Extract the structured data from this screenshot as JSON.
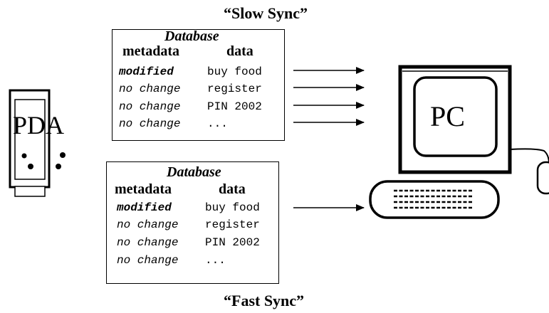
{
  "slow_sync": {
    "title": "“Slow Sync”",
    "database": {
      "title": "Database",
      "metadata_header": "metadata",
      "data_header": "data",
      "rows": [
        {
          "metadata": "modified",
          "data": "buy food"
        },
        {
          "metadata": "no change",
          "data": "register"
        },
        {
          "metadata": "no change",
          "data": "PIN 2002"
        },
        {
          "metadata": "no change",
          "data": "..."
        }
      ]
    }
  },
  "fast_sync": {
    "title": "“Fast Sync”",
    "database": {
      "title": "Database",
      "metadata_header": "metadata",
      "data_header": "data",
      "rows": [
        {
          "metadata": "modified",
          "data": "buy food"
        },
        {
          "metadata": "no change",
          "data": "register"
        },
        {
          "metadata": "no change",
          "data": "PIN 2002"
        },
        {
          "metadata": "no change",
          "data": "..."
        }
      ]
    }
  },
  "devices": {
    "pda_label": "PDA",
    "pc_label": "PC"
  }
}
